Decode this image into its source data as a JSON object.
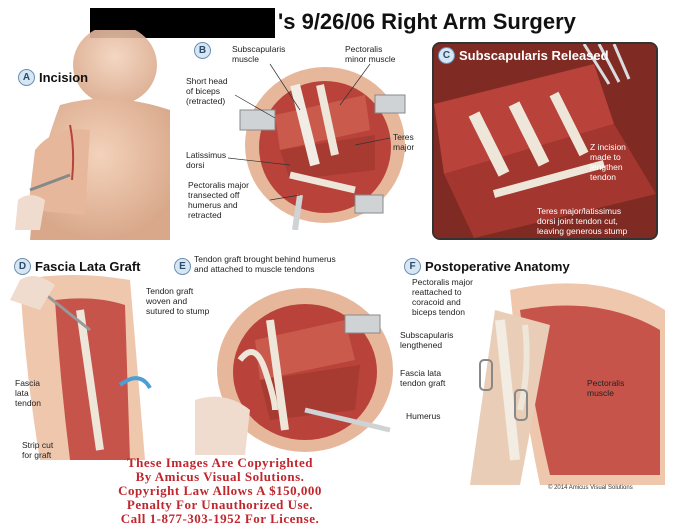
{
  "title": "'s 9/26/06 Right Arm Surgery",
  "panels": {
    "a": {
      "badge": "A",
      "title": "Incision"
    },
    "b": {
      "badge": "B",
      "labels": {
        "subscapularis": "Subscapularis\nmuscle",
        "pec_minor": "Pectoralis\nminor muscle",
        "biceps": "Short head\nof biceps\n(retracted)",
        "teres": "Teres\nmajor",
        "latissimus": "Latissimus\ndorsi",
        "pec_major": "Pectoralis major\ntransected off\nhumerus and\nretracted"
      }
    },
    "c": {
      "badge": "C",
      "title": "Subscapularis Released",
      "labels": {
        "z_incision": "Z incision\nmade to\nlengthen\ntendon",
        "teres_lat": "Teres major/latissimus\ndorsi joint tendon cut,\nleaving generous stump"
      }
    },
    "d": {
      "badge": "D",
      "title": "Fascia Lata Graft",
      "labels": {
        "fascia": "Fascia\nlata\ntendon",
        "strip": "Strip cut\nfor graft"
      }
    },
    "e": {
      "badge": "E",
      "labels": {
        "graft_behind": "Tendon graft brought behind humerus\nand attached to muscle tendons",
        "graft_woven": "Tendon graft\nwoven and\nsutured to stump"
      }
    },
    "f": {
      "badge": "F",
      "title": "Postoperative Anatomy",
      "labels": {
        "pec_major": "Pectoralis major\nreattached to\ncoracoid and\nbiceps tendon",
        "subscap": "Subscapularis\nlengthened",
        "fascia_graft": "Fascia lata\ntendon graft",
        "humerus": "Humerus",
        "pec_muscle": "Pectoralis\nmuscle"
      }
    }
  },
  "copyright": [
    "These Images Are Copyrighted",
    "By Amicus Visual Solutions.",
    "Copyright Law Allows A $150,000",
    "Penalty For Unauthorized Use.",
    "Call 1-877-303-1952 For License."
  ],
  "credit": "© 2014 Amicus Visual Solutions",
  "colors": {
    "muscle": "#b9433a",
    "skin": "#eec7ad",
    "tendon": "#ece5d9",
    "badge": "#d7e6f3",
    "watermark": "#c0262d"
  }
}
